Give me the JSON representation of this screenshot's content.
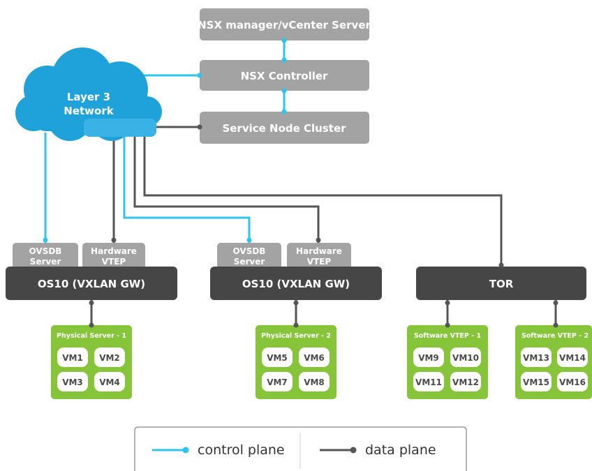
{
  "colors": {
    "control": "#2ec4ef",
    "data": "#555555",
    "gray_box": "#a3a3a3",
    "dark_bar": "#464646",
    "green": "#86c43a",
    "cloud": "#1fa1d9"
  },
  "nodes": {
    "nsx_manager": "NSX manager/vCenter Server",
    "nsx_controller": "NSX Controller",
    "service_node_cluster": "Service Node Cluster",
    "cloud_line1": "Layer 3",
    "cloud_line2": "Network",
    "gw1": {
      "ovsdb_line1": "OVSDB",
      "ovsdb_line2": "Server",
      "hwvtep_line1": "Hardware",
      "hwvtep_line2": "VTEP",
      "bar": "OS10 (VXLAN GW)"
    },
    "gw2": {
      "ovsdb_line1": "OVSDB",
      "ovsdb_line2": "Server",
      "hwvtep_line1": "Hardware",
      "hwvtep_line2": "VTEP",
      "bar": "OS10 (VXLAN GW)"
    },
    "tor": "TOR"
  },
  "servers": [
    {
      "title": "Physical Server - 1",
      "vms": [
        "VM1",
        "VM2",
        "VM3",
        "VM4"
      ]
    },
    {
      "title": "Physical Server - 2",
      "vms": [
        "VM5",
        "VM6",
        "VM7",
        "VM8"
      ]
    },
    {
      "title": "Software VTEP - 1",
      "vms": [
        "VM9",
        "VM10",
        "VM11",
        "VM12"
      ]
    },
    {
      "title": "Software VTEP - 2",
      "vms": [
        "VM13",
        "VM14",
        "VM15",
        "VM16"
      ]
    }
  ],
  "legend": {
    "control_plane": "control plane",
    "data_plane": "data plane"
  }
}
